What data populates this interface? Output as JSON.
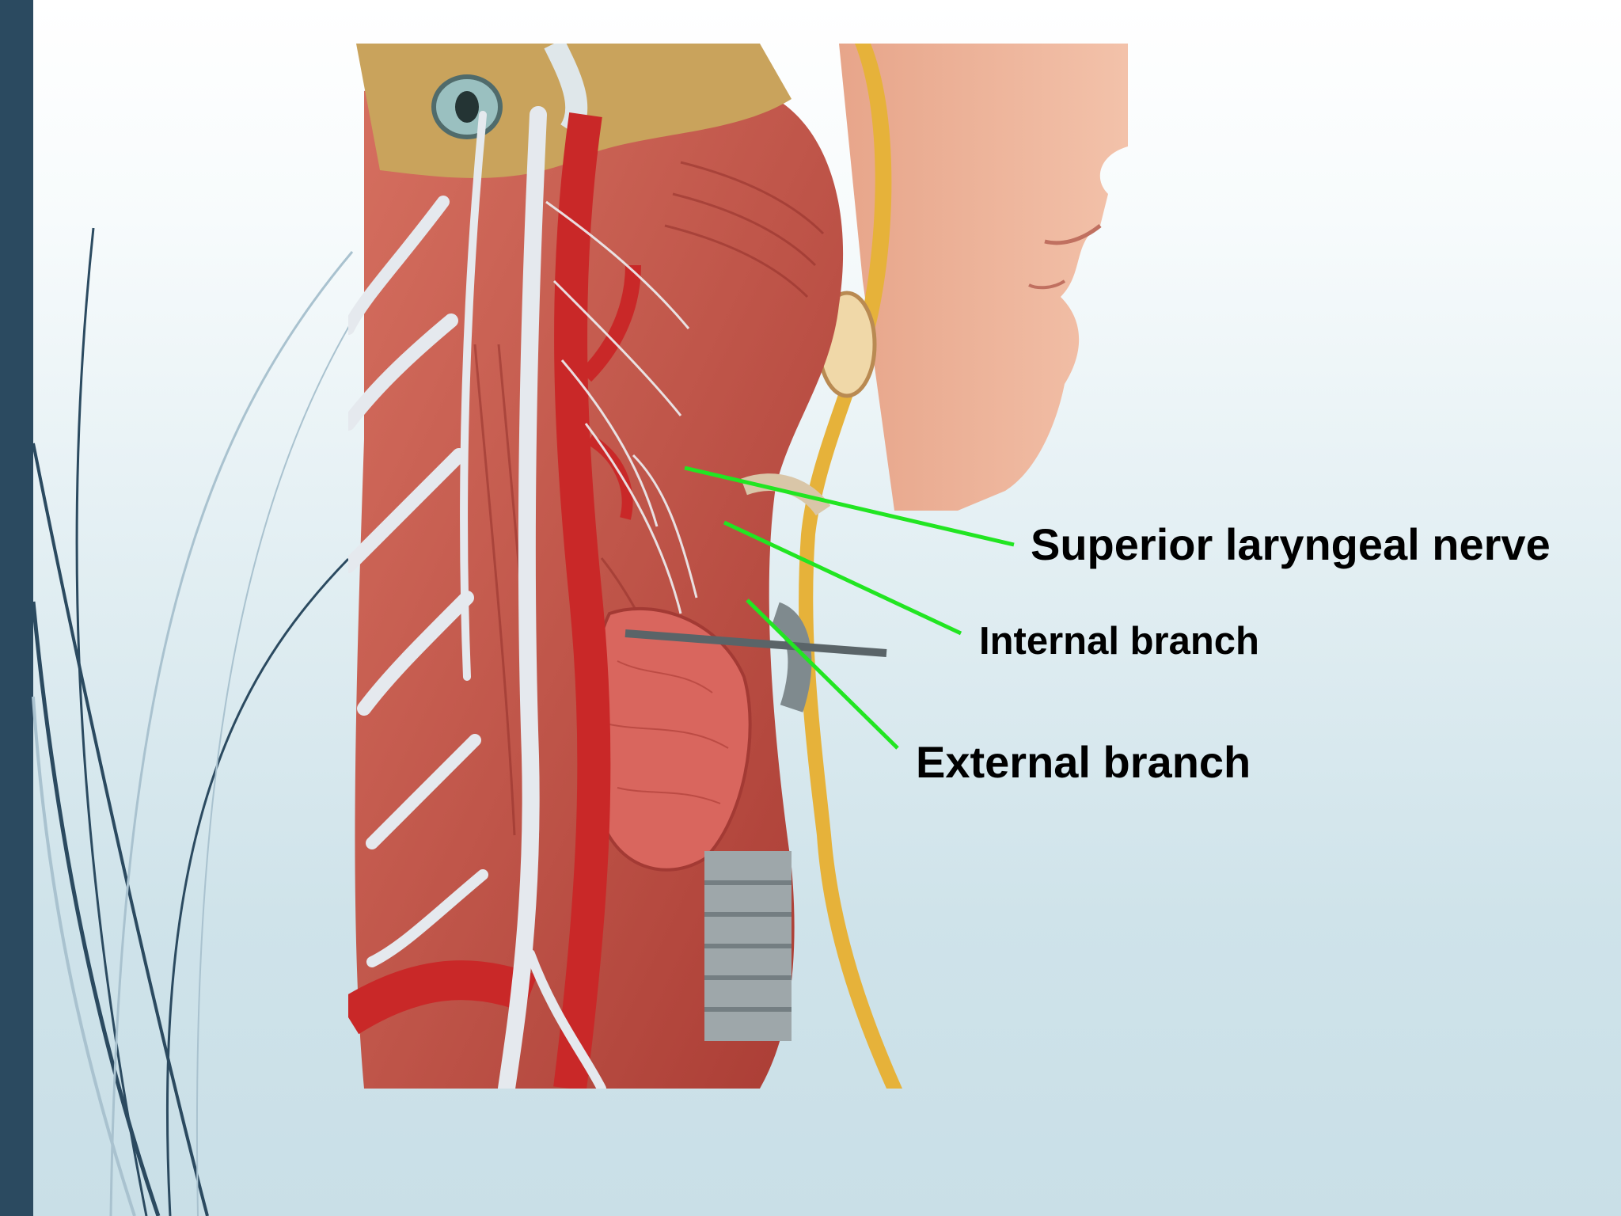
{
  "slide": {
    "accent_bar_color": "#2b4a60",
    "swoosh_color": "#2b4a60",
    "swoosh_light_color": "#a9c2cf",
    "leader_line_color": "#22e522"
  },
  "figure": {
    "image_subject": "neck-anatomy-lateral-dissection"
  },
  "labels": {
    "superior": "Superior laryngeal nerve",
    "internal": "Internal branch",
    "external": "External branch"
  }
}
